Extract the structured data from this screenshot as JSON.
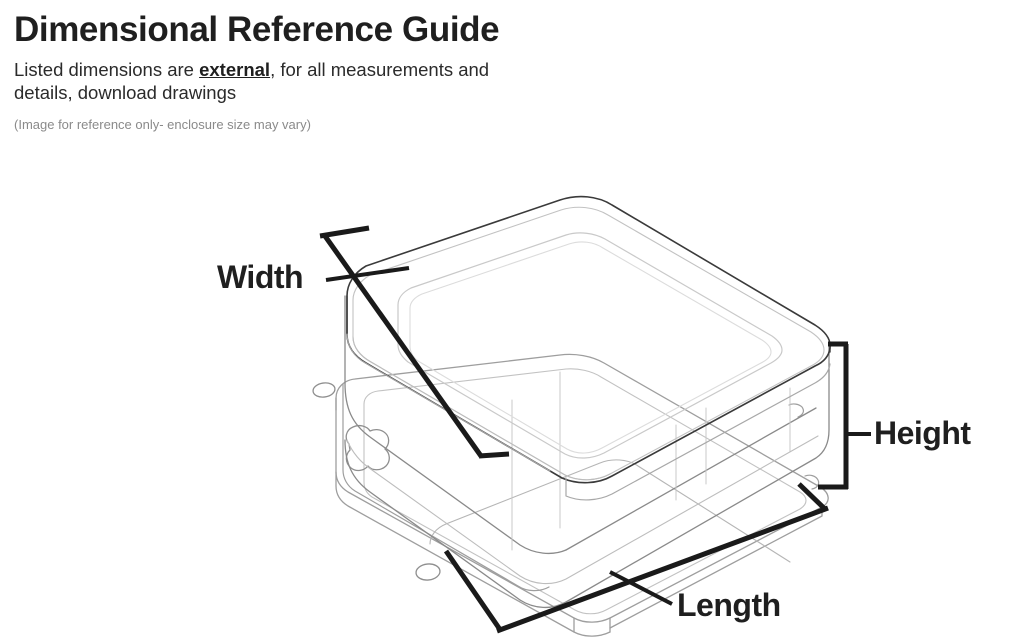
{
  "header": {
    "title": "Dimensional Reference Guide",
    "subtitle_before": "Listed dimensions are ",
    "subtitle_emphasis": "external",
    "subtitle_after": ", for all measurements and details, download drawings",
    "note": "(Image for reference only- enclosure size may vary)"
  },
  "diagram": {
    "caption_alt": "Isometric line drawing of a rectangular electronics enclosure with a flanged mounting base",
    "labels": {
      "width": "Width",
      "height": "Height",
      "length": "Length"
    },
    "colors": {
      "background": "#ffffff",
      "dimension_line": "#1a1a1a",
      "outline_dark": "#3a3a3a",
      "outline_light": "#b9b9b9",
      "text_primary": "#1f1f1f",
      "text_muted": "#8a8a8a"
    },
    "features": [
      "rounded-square lid with recessed top panel",
      "enclosure body sidewalls",
      "mounting flange base plate",
      "two circular mounting holes",
      "keyhole slot"
    ]
  }
}
